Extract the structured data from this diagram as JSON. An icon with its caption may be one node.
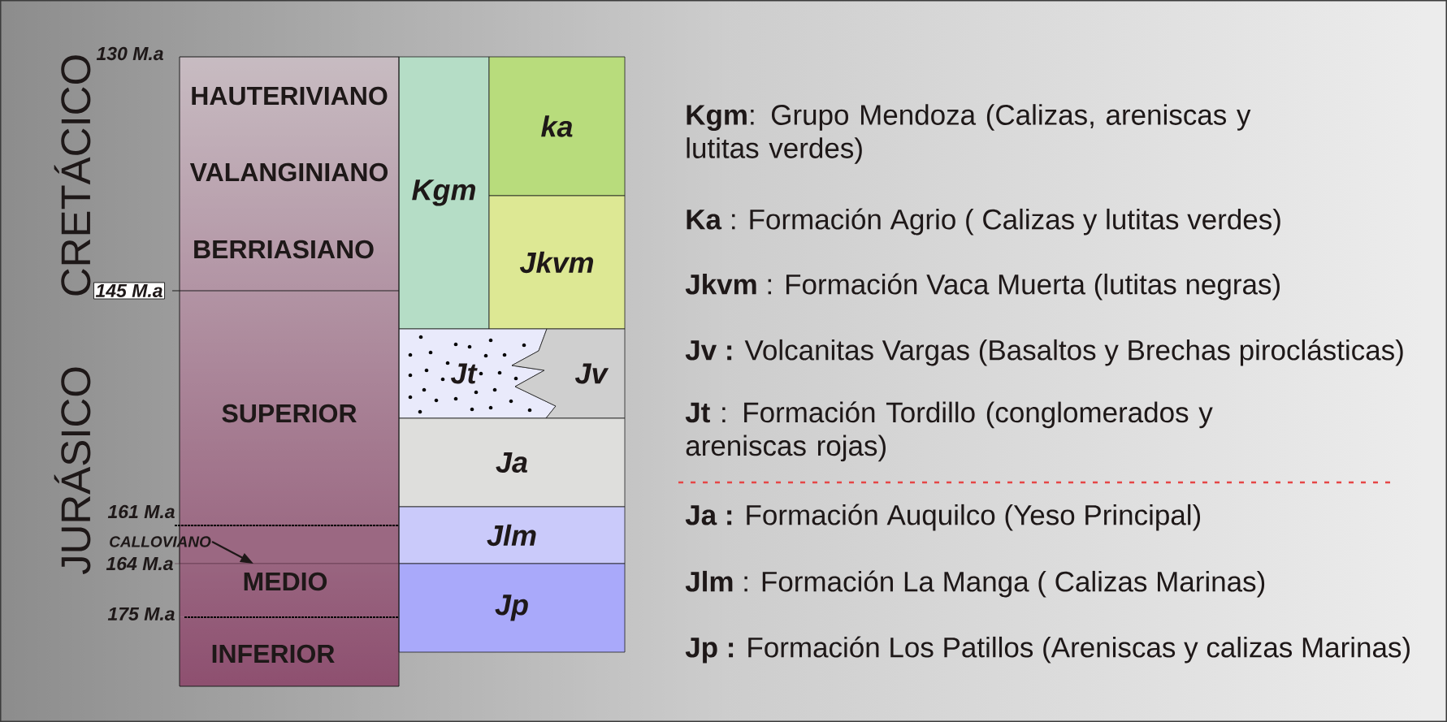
{
  "diagram": {
    "nodes": [
      {
        "text": [
          "HAUTERIVIANO",
          "VALANGINIANO",
          "BERRIASIANO"
        ]
      },
      {
        "text": [
          "SUPERIOR"
        ]
      },
      {
        "text": [],
        "shape": "box"
      },
      {
        "text": [
          "MEDIO"
        ]
      },
      {
        "text": [
          "INFERIOR"
        ]
      },
      {
        "text": [
          "CALLOVIANO"
        ]
      },
      {
        "text": [
          "Kgm"
        ]
      },
      {
        "text": [
          "ka"
        ]
      },
      {
        "text": [
          "Jkvm"
        ]
      },
      {
        "text": [
          "Jt"
        ]
      },
      {
        "text": [
          "Jv"
        ]
      },
      {
        "text": [
          "Ja"
        ]
      },
      {
        "text": [
          "Jlm"
        ]
      },
      {
        "text": [
          "Jp"
        ]
      }
    ],
    "edges": [
      {
        "from": 5,
        "to": 2,
        "arrow": "to"
      }
    ],
    "labels": [
      "CRETÁCICO",
      "JURÁSICO",
      "130 M.a",
      "145 M.a",
      "161 M.a",
      "164 M.a",
      "175 M.a",
      "**Kgm**: Grupo Mendoza (Calizas, areniscas y lutitas verdes)",
      "**Ka** : Formación Agrio ( Calizas y lutitas verdes)",
      "**Jkvm** : Formación Vaca Muerta (lutitas negras)",
      "**Jv :** Volcanitas Vargas (Basaltos y Brechas piroclásticas)",
      "**Jt** : Formación Tordillo (conglomerados y areniscas rojas)",
      "**Ja :** Formación Auquilco (Yeso Principal)",
      "**Jlm** : Formación La Manga ( Calizas Marinas)",
      "**Jp :** Formación Los Patillos (Areniscas y calizas Marinas)"
    ]
  }
}
